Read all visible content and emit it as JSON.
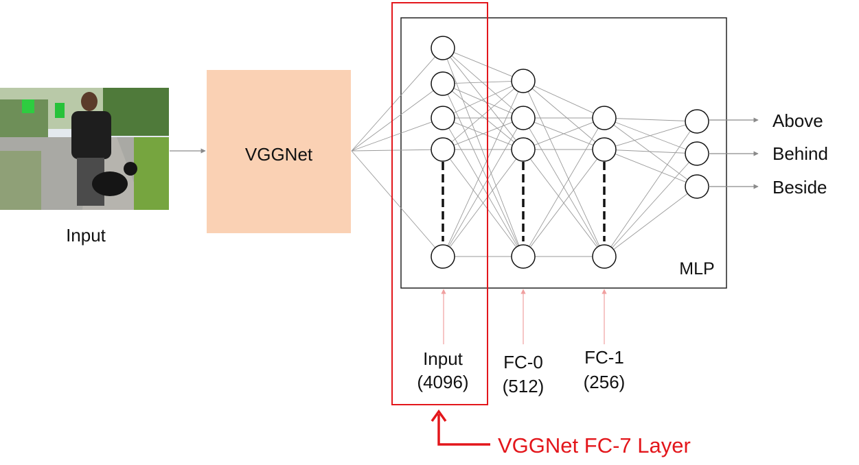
{
  "input_image_label": "Input",
  "vggnet_label": "VGGNet",
  "mlp_label": "MLP",
  "outputs": [
    "Above",
    "Behind",
    "Beside"
  ],
  "layers": [
    {
      "name": "Input",
      "size": "(4096)"
    },
    {
      "name": "FC-0",
      "size": "(512)"
    },
    {
      "name": "FC-1",
      "size": "(256)"
    }
  ],
  "callout_label": "VGGNet FC-7 Layer",
  "colors": {
    "vggnet_fill": "#fad1b4",
    "highlight": "#e3161b",
    "edge": "#9a9a9a",
    "text": "#111111"
  }
}
